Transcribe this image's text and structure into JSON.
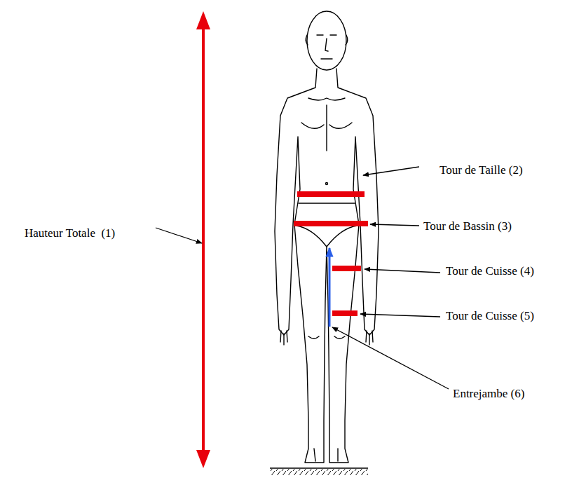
{
  "diagram": {
    "labels": [
      "Hauteur Totale  (1)",
      "Tour de Taille (2)",
      "Tour de Bassin (3)",
      "Tour de Cuisse (4)",
      "Tour de Cuisse (5)",
      "Entrejambe (6)"
    ]
  }
}
